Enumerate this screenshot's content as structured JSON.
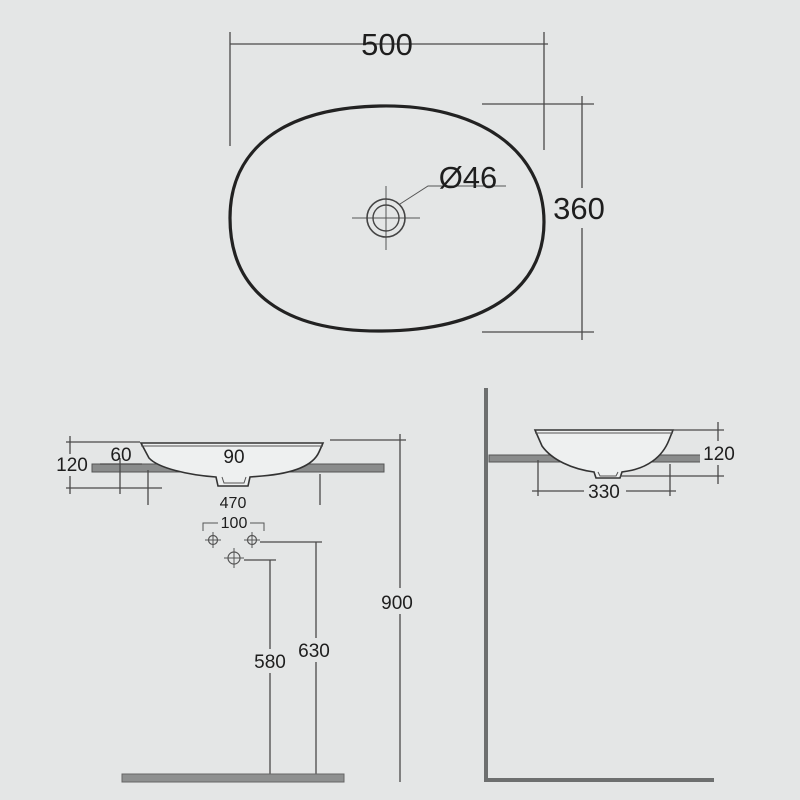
{
  "top_view": {
    "width_label": "500",
    "depth_label": "360",
    "waste_label": "Ø46"
  },
  "front_view": {
    "height_label": "120",
    "rim_offset_label": "60",
    "bowl_label": "90",
    "span_label": "470",
    "pipe_spacing_label": "100",
    "pipe_low_label": "580",
    "pipe_high_label": "630",
    "total_height_label": "900"
  },
  "side_view": {
    "height_label": "120",
    "depth_label": "330"
  },
  "colors": {
    "background": "#e4e6e6",
    "line": "#4a4a4a",
    "outline": "#222222",
    "slab": "#8a8c8c"
  }
}
